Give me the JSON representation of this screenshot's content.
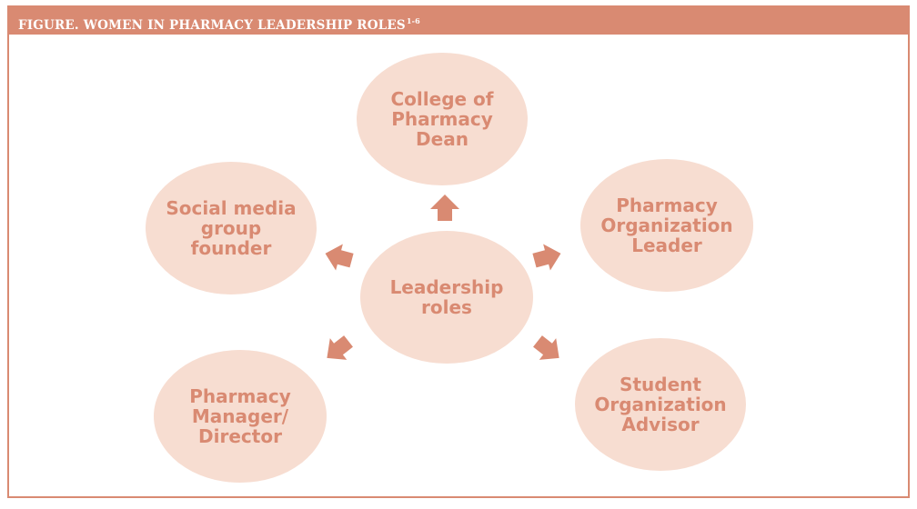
{
  "header": {
    "title": "FIGURE. WOMEN IN PHARMACY LEADERSHIP ROLES",
    "superscript": "1-6"
  },
  "diagram": {
    "center": "Leadership\nroles",
    "nodes": [
      {
        "id": "dean",
        "label": "College of\nPharmacy\nDean"
      },
      {
        "id": "org-leader",
        "label": "Pharmacy\nOrganization\nLeader"
      },
      {
        "id": "advisor",
        "label": "Student\nOrganization\nAdvisor"
      },
      {
        "id": "manager",
        "label": "Pharmacy\nManager/\nDirector"
      },
      {
        "id": "social",
        "label": "Social media\ngroup\nfounder"
      }
    ],
    "colors": {
      "accent": "#d98a72",
      "fill": "#f7ddd1",
      "text": "#d98a72"
    }
  }
}
